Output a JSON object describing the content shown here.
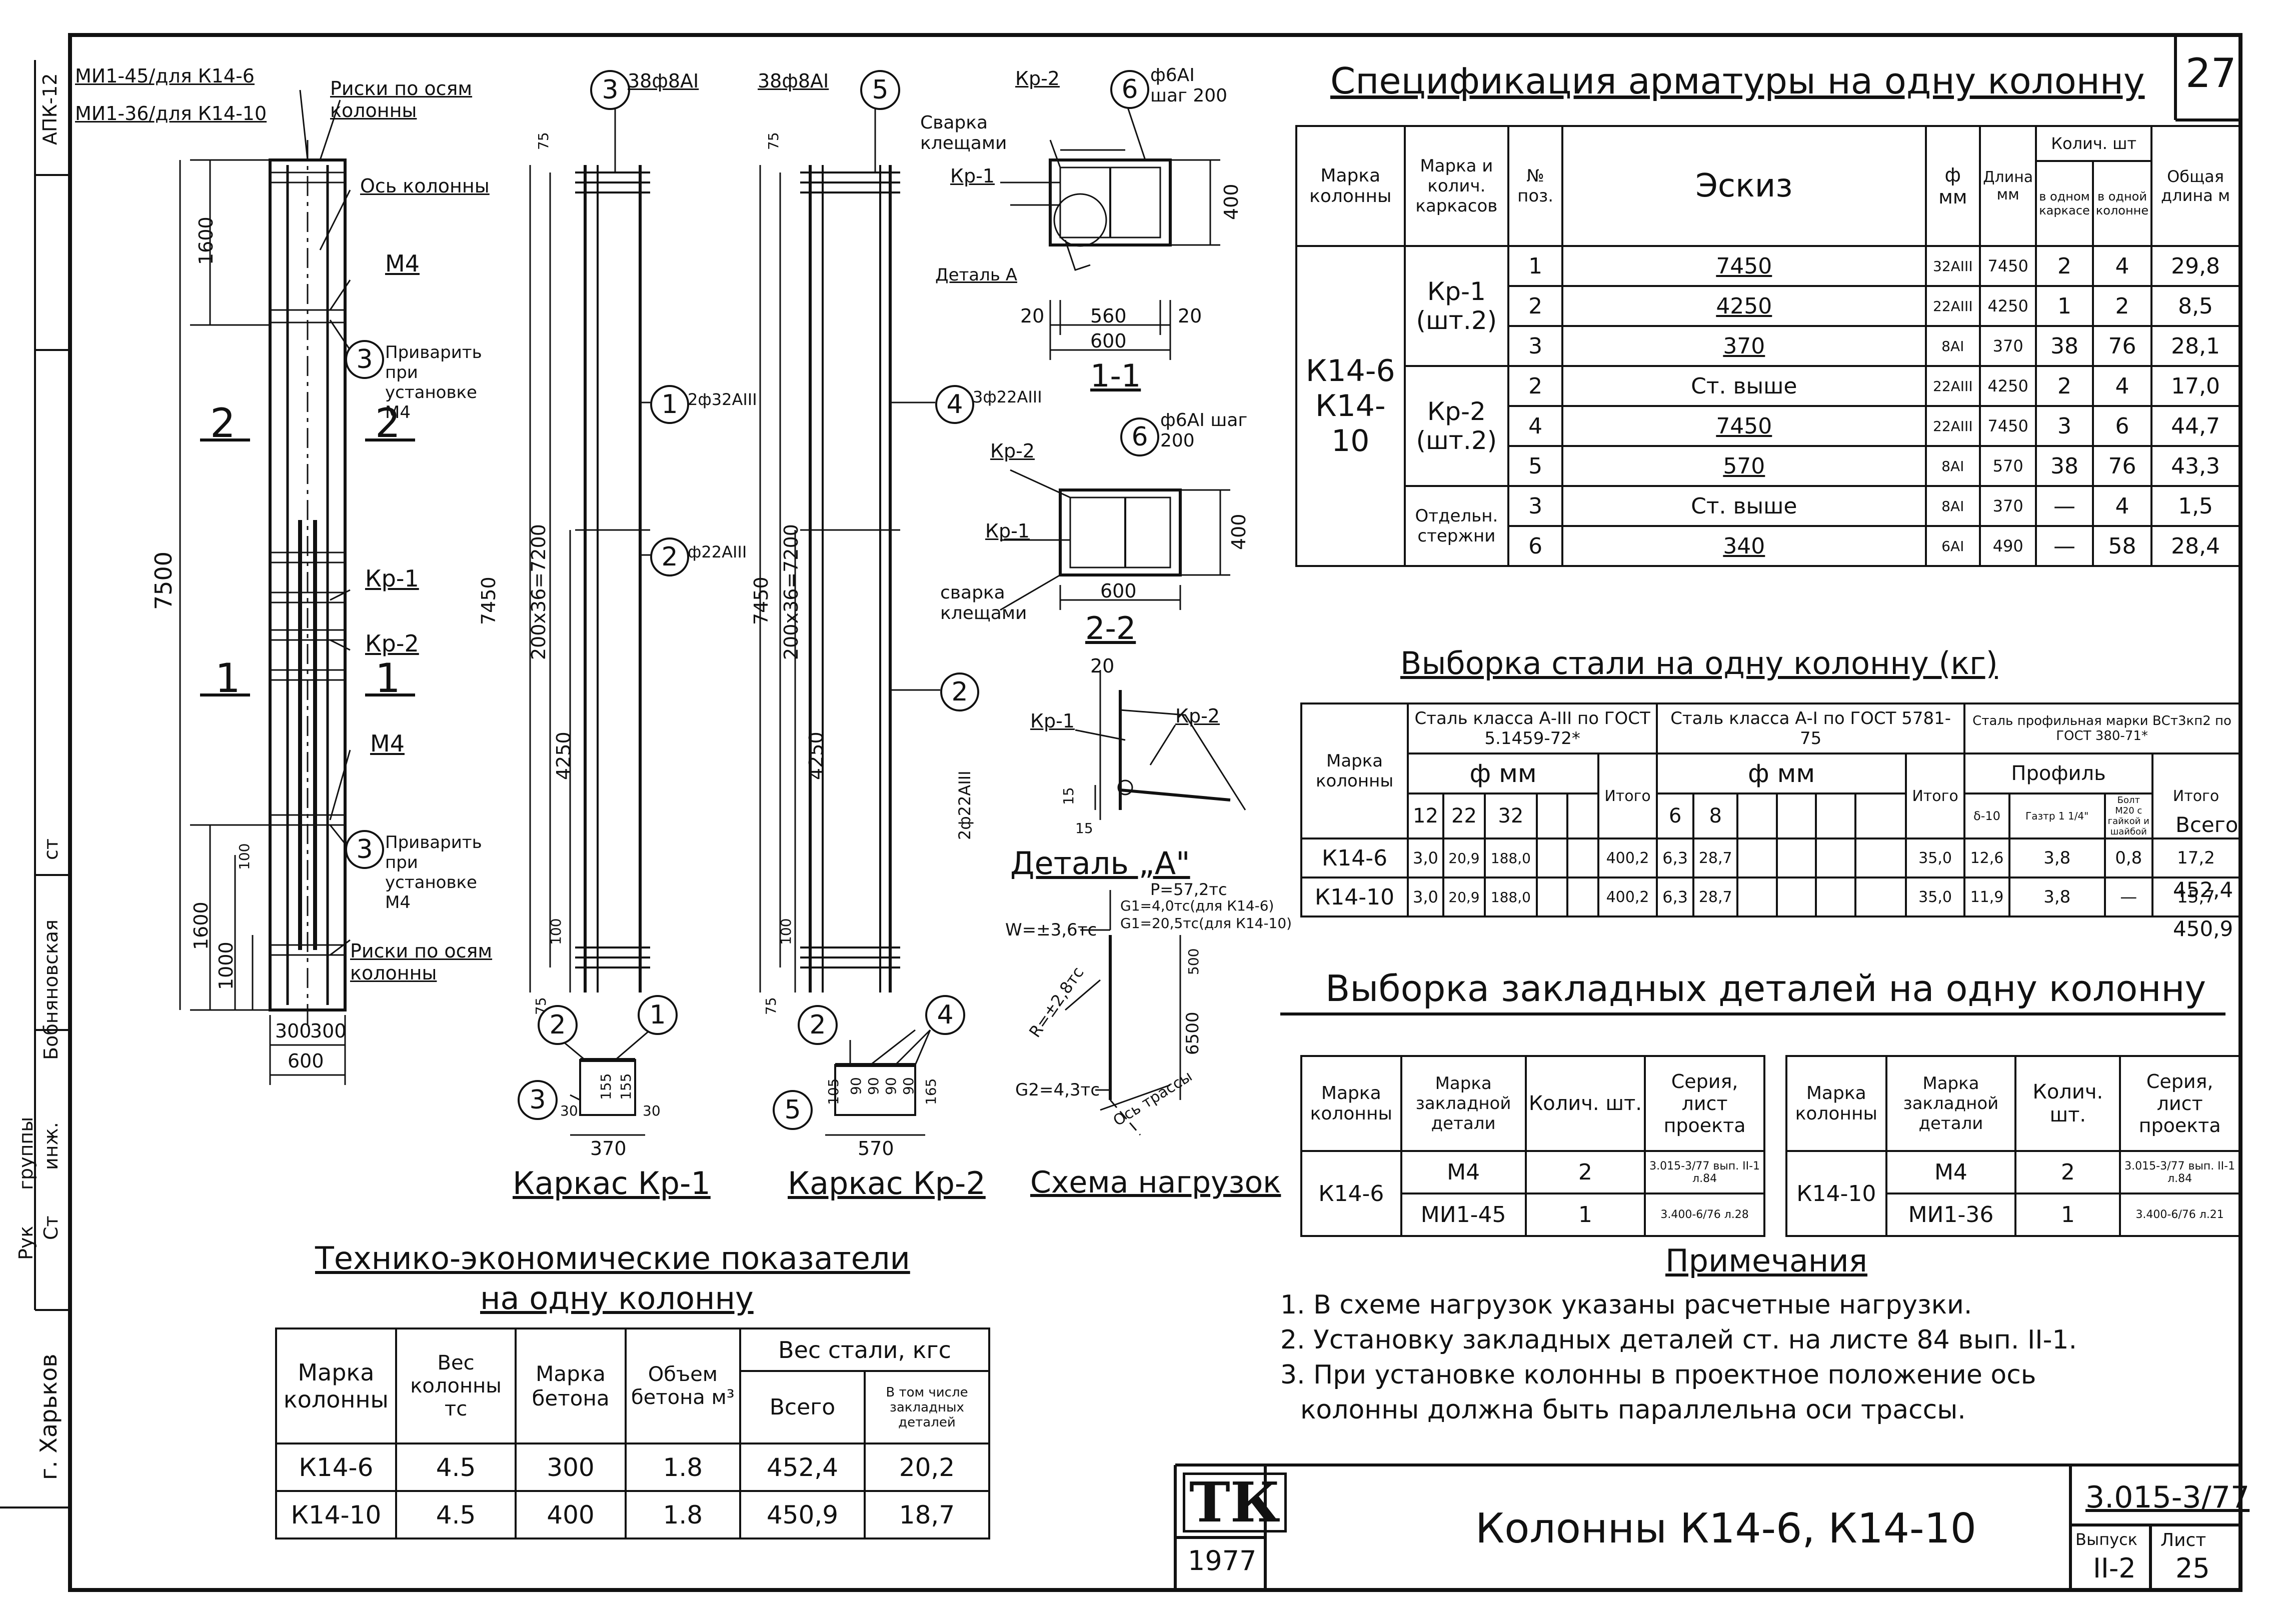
{
  "sheet": {
    "number": "27",
    "side_code": "АПК-12",
    "stamp": {
      "col1": "Рук",
      "col2": "Ст",
      "col3": "группы",
      "col4": "инж.",
      "col5": "Бобняновская",
      "col6": "ст"
    },
    "city": "г. Харьков",
    "logo": "ТК",
    "year": "1977",
    "main_title": "Колонны К14-6, К14-10",
    "series": "3.015-3/77",
    "issue_label": "Выпуск",
    "issue": "II-2",
    "sheet_label": "Лист",
    "sheet_no": "25"
  },
  "column_drawing": {
    "embed_1": "МИ1-45/для К14-6",
    "embed_2": "МИ1-36/для К14-10",
    "risks_top": "Риски по осям колонны",
    "axis": "Ось колонны",
    "m4_top": "М4",
    "weld_note_1": "Приварить при установке М4",
    "kr1": "Кр-1",
    "kr2": "Кр-2",
    "m4_bottom": "М4",
    "weld_note_2": "Приварить при установке М4",
    "risks_bottom": "Риски по осям колонны",
    "dim_1600_top": "1600",
    "dim_7500": "7500",
    "dim_1600_bot": "1600",
    "dim_1000": "1000",
    "dim_100": "100",
    "dim_300a": "300",
    "dim_300b": "300",
    "dim_600": "600",
    "sec_2a": "2",
    "sec_2b": "2",
    "sec_1a": "1",
    "sec_1b": "1",
    "bubble_3": "3"
  },
  "frame_kr1": {
    "caption": "Каркас Кр-1",
    "top_label": "38ф8АI",
    "bubble_top": "3",
    "bar1": "2ф32АIII",
    "bar2": "ф22АIII",
    "dim_7450": "7450",
    "dim_spacing": "200х36=7200",
    "dim_4250": "4250",
    "dim_75a": "75",
    "dim_75b": "75",
    "dim_100": "100",
    "dim_370": "370",
    "dim_155a": "155",
    "dim_155b": "155",
    "dim_30a": "30",
    "dim_30b": "30",
    "b1": "1",
    "b2": "2",
    "b3": "3",
    "b_s1": "1",
    "b_s2": "2"
  },
  "frame_kr2": {
    "caption": "Каркас Кр-2",
    "top_label": "38ф8АI",
    "bubble_top": "5",
    "bar1": "3ф22АIII",
    "bar2": "2ф22АIII",
    "dim_7450": "7450",
    "dim_spacing": "200х36=7200",
    "dim_4250": "4250",
    "dim_75a": "75",
    "dim_75b": "75",
    "dim_100": "100",
    "dim_570": "570",
    "dim_105": "105",
    "dim_90a": "90",
    "dim_90b": "90",
    "dim_90c": "90",
    "dim_90d": "90",
    "dim_165": "165",
    "b2": "2",
    "b4": "4",
    "b5": "5",
    "b_s4": "4",
    "b_s2": "2"
  },
  "section_11": {
    "caption": "1-1",
    "kr2": "Кр-2",
    "kr1": "Кр-1",
    "stirrup": "ф6АI шаг 200",
    "bubble": "6",
    "weld": "Сварка клещами",
    "detail": "Деталь А",
    "dim_400": "400",
    "dim_20a": "20",
    "dim_560": "560",
    "dim_20b": "20",
    "dim_600": "600"
  },
  "section_22": {
    "caption": "2-2",
    "kr2": "Кр-2",
    "kr1": "Кр-1",
    "stirrup": "ф6АI шаг 200",
    "bubble": "6",
    "weld": "сварка клещами",
    "dim_400": "400",
    "dim_600": "600"
  },
  "detail_a": {
    "caption": "Деталь „А\"",
    "kr1": "Кр-1",
    "kr2": "Кр-2",
    "dim_20": "20",
    "dim_15a": "15",
    "dim_15b": "15"
  },
  "load_scheme": {
    "caption": "Схема нагрузок",
    "p": "P=57,2тс",
    "g1a": "G1=4,0тс(для К14-6)",
    "g1b": "G1=20,5тс(для К14-10)",
    "w": "W=±3,6тс",
    "r": "R=±2,8тс",
    "g2": "G2=4,3тс",
    "dim_500": "500",
    "dim_6500": "6500",
    "axis": "Ось трассы"
  },
  "spec": {
    "title": "Спецификация арматуры на одну колонну",
    "headers": {
      "mark": "Марка колонны",
      "frame": "Марка и колич. каркасов",
      "pos": "№ поз.",
      "sketch": "Эскиз",
      "dia": "ф мм",
      "len": "Длина мм",
      "qty": "Колич. шт",
      "qty_frame": "в одном каркасе",
      "qty_col": "в одной колонне",
      "total": "Общая длина м"
    },
    "mark": "К14-6\nК14-10",
    "groups": [
      "Кр-1 (шт.2)",
      "Кр-2 (шт.2)",
      "Отдельн. стержни"
    ],
    "rows": [
      {
        "pos": "1",
        "sketch": "7450",
        "dia": "32АIII",
        "len": "7450",
        "q1": "2",
        "q2": "4",
        "total": "29,8"
      },
      {
        "pos": "2",
        "sketch": "4250",
        "dia": "22АIII",
        "len": "4250",
        "q1": "1",
        "q2": "2",
        "total": "8,5"
      },
      {
        "pos": "3",
        "sketch": "370",
        "dia": "8АI",
        "len": "370",
        "q1": "38",
        "q2": "76",
        "total": "28,1"
      },
      {
        "pos": "2",
        "sketch": "Ст. выше",
        "dia": "22АIII",
        "len": "4250",
        "q1": "2",
        "q2": "4",
        "total": "17,0"
      },
      {
        "pos": "4",
        "sketch": "7450",
        "dia": "22АIII",
        "len": "7450",
        "q1": "3",
        "q2": "6",
        "total": "44,7"
      },
      {
        "pos": "5",
        "sketch": "570",
        "dia": "8АI",
        "len": "570",
        "q1": "38",
        "q2": "76",
        "total": "43,3"
      },
      {
        "pos": "3",
        "sketch": "Ст. выше",
        "dia": "8АI",
        "len": "370",
        "q1": "—",
        "q2": "4",
        "total": "1,5"
      },
      {
        "pos": "6",
        "sketch": "340",
        "dia": "6АI",
        "len": "490",
        "q1": "—",
        "q2": "58",
        "total": "28,4"
      }
    ]
  },
  "steel": {
    "title": "Выборка стали на одну колонну (кг)",
    "h_mark": "Марка колонны",
    "h_a3": "Сталь класса А-III по ГОСТ 5.1459-72*",
    "h_a1": "Сталь класса А-I по ГОСТ 5781-75",
    "h_prof": "Сталь профильная марки ВСт3кп2 по ГОСТ 380-71*",
    "h_fmm1": "ф мм",
    "h_fmm2": "ф мм",
    "h_profile": "Профиль",
    "h_12": "12",
    "h_22": "22",
    "h_32": "32",
    "h_6": "6",
    "h_8": "8",
    "h_sheet": "δ-10",
    "h_pipe": "Газтр 1 1/4\"",
    "h_bolt": "Болт М20 с гайкой и шайбой",
    "h_itogo": "Итого",
    "h_vsego": "Всего",
    "rows": [
      {
        "mark": "К14-6",
        "c12": "3,0",
        "c22": "20,9",
        "c32": "188,0",
        "t1": "400,2",
        "c6": "6,3",
        "c8": "28,7",
        "t2": "35,0",
        "s": "12,6",
        "g": "3,8",
        "b": "0,8",
        "t3": "17,2",
        "all": "452,4"
      },
      {
        "mark": "К14-10",
        "c12": "3,0",
        "c22": "20,9",
        "c32": "188,0",
        "t1": "400,2",
        "c6": "6,3",
        "c8": "28,7",
        "t2": "35,0",
        "s": "11,9",
        "g": "3,8",
        "b": "—",
        "t3": "15,7",
        "all": "450,9"
      }
    ]
  },
  "embeds": {
    "title": "Выборка закладных деталей на одну колонну",
    "h_mark": "Марка колонны",
    "h_part": "Марка закладной детали",
    "h_qty": "Колич. шт.",
    "h_series": "Серия, лист проекта",
    "left": {
      "mark": "К14-6",
      "rows": [
        {
          "part": "М4",
          "qty": "2",
          "series": "3.015-3/77 вып. II-1 л.84"
        },
        {
          "part": "МИ1-45",
          "qty": "1",
          "series": "3.400-6/76 л.28"
        }
      ]
    },
    "right": {
      "mark": "К14-10",
      "rows": [
        {
          "part": "М4",
          "qty": "2",
          "series": "3.015-3/77 вып. II-1 л.84"
        },
        {
          "part": "МИ1-36",
          "qty": "1",
          "series": "3.400-6/76 л.21"
        }
      ]
    }
  },
  "notes": {
    "title": "Примечания",
    "items": [
      "1. В схеме нагрузок указаны расчетные нагрузки.",
      "2. Установку закладных деталей ст. на листе 84 вып. II-1.",
      "3. При установке колонны в проектное положение ось",
      "колонны должна быть параллельна оси трассы."
    ]
  },
  "tep": {
    "title1": "Технико-экономические показатели",
    "title2": "на одну колонну",
    "h_mark": "Марка колонны",
    "h_weight": "Вес колонны тс",
    "h_concrete": "Марка бетона",
    "h_volume": "Объем бетона м³",
    "h_steel": "Вес стали, кгс",
    "h_all": "Всего",
    "h_incl": "В том числе закладных деталей",
    "rows": [
      {
        "mark": "К14-6",
        "w": "4.5",
        "c": "300",
        "v": "1.8",
        "all": "452,4",
        "inc": "20,2"
      },
      {
        "mark": "К14-10",
        "w": "4.5",
        "c": "400",
        "v": "1.8",
        "all": "450,9",
        "inc": "18,7"
      }
    ]
  }
}
